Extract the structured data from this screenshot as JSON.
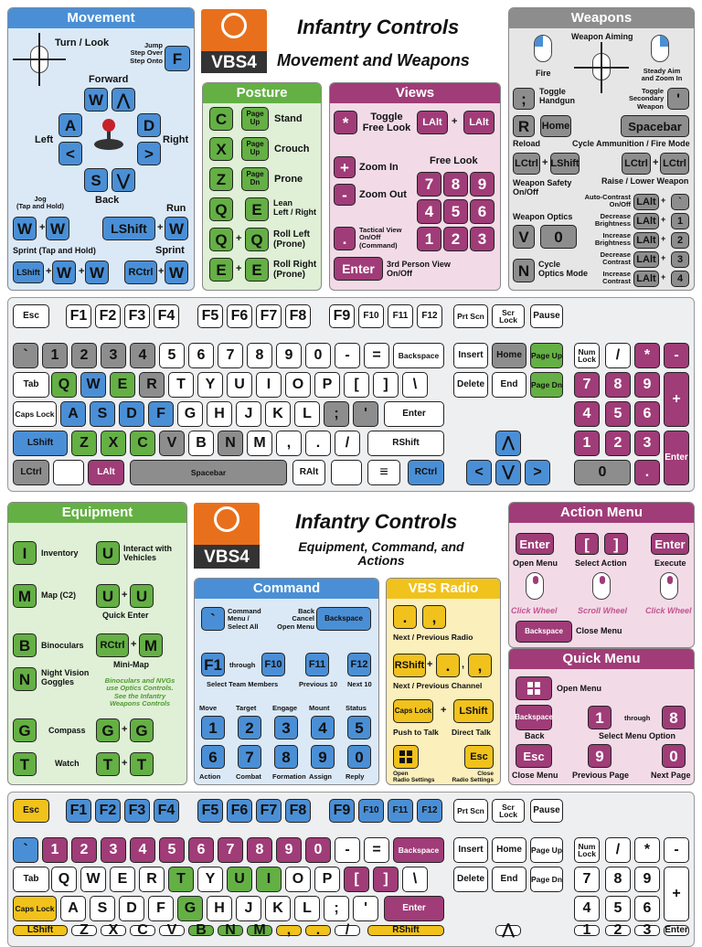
{
  "title1": "Infantry Controls",
  "subtitle1": "Movement and Weapons",
  "title2": "Infantry Controls",
  "subtitle2": "Equipment, Command, and Actions",
  "logo": "VBS4",
  "colors": {
    "movement": "#4a8fd6",
    "posture": "#64b044",
    "views": "#a03c78",
    "weapons": "#8d8d8d",
    "radio": "#f1c21c"
  },
  "movement": {
    "header": "Movement",
    "turn_look": "Turn / Look",
    "jump": "Jump\nStep Over\nStep Onto",
    "jump_key": "F",
    "forward": "Forward",
    "back": "Back",
    "left": "Left",
    "right": "Right",
    "jog": "Jog\n(Tap and Hold)",
    "run": "Run",
    "sprint_tap": "Sprint (Tap and Hold)",
    "sprint": "Sprint",
    "keys": {
      "w": "W",
      "a": "A",
      "s": "S",
      "d": "D",
      "up": "⋀",
      "down": "⋁",
      "l": "<",
      "r": ">",
      "lshift": "LShift",
      "rctrl": "RCtrl"
    }
  },
  "posture": {
    "header": "Posture",
    "stand": "Stand",
    "crouch": "Crouch",
    "prone": "Prone",
    "lean": "Lean\nLeft / Right",
    "rollleft": "Roll Left\n(Prone)",
    "rollright": "Roll Right\n(Prone)",
    "keys": {
      "c": "C",
      "x": "X",
      "z": "Z",
      "q": "Q",
      "e": "E",
      "pgup": "Page Up",
      "pgdn": "Page Dn"
    }
  },
  "views": {
    "header": "Views",
    "toggle_free": "Toggle\nFree Look",
    "zoom_in": "Zoom In",
    "zoom_out": "Zoom Out",
    "free_look": "Free Look",
    "tactical": "Tactical View\nOn/Off\n(Command)",
    "third": "3rd Person View\nOn/Off",
    "keys": {
      "star": "*",
      "lalt": "LAlt",
      "plus": "+",
      "minus": "-",
      "dot": ".",
      "enter": "Enter",
      "n1": "1",
      "n2": "2",
      "n3": "3",
      "n4": "4",
      "n5": "5",
      "n6": "6",
      "n7": "7",
      "n8": "8",
      "n9": "9"
    }
  },
  "weapons": {
    "header": "Weapons",
    "aiming": "Weapon Aiming",
    "fire": "Fire",
    "steady": "Steady Aim\nand Zoom In",
    "toggle_hand": "Toggle\nHandgun",
    "toggle_sec": "Toggle\nSecondary\nWeapon",
    "reload": "Reload",
    "cycle_ammo": "Cycle Ammunition / Fire Mode",
    "safety": "Weapon Safety\nOn/Off",
    "raise": "Raise / Lower Weapon",
    "optics": "Weapon Optics",
    "auto_contrast": "Auto-Contrast\nOn/Off",
    "dec_bright": "Decrease\nBrightness",
    "inc_bright": "Increase\nBrightness",
    "dec_contrast": "Decrease\nContrast",
    "inc_contrast": "Increase\nContrast",
    "cycle_optics": "Cycle\nOptics Mode",
    "keys": {
      "semi": ";",
      "quote": "'",
      "r": "R",
      "home": "Home",
      "space": "Spacebar",
      "lctrl": "LCtrl",
      "lshift": "LShift",
      "v": "V",
      "zero": "0",
      "n": "N",
      "lalt": "LAlt",
      "tick": "`",
      "one": "1",
      "two": "2",
      "three": "3",
      "four": "4"
    }
  },
  "keyboard": {
    "esc": "Esc",
    "f": [
      "F1",
      "F2",
      "F3",
      "F4",
      "F5",
      "F6",
      "F7",
      "F8",
      "F9",
      "F10",
      "F11",
      "F12"
    ],
    "prtscn": "Prt Scn",
    "scrlock": "Scr Lock",
    "pause": "Pause",
    "row1": [
      "`",
      "1",
      "2",
      "3",
      "4",
      "5",
      "6",
      "7",
      "8",
      "9",
      "0",
      "-",
      "="
    ],
    "backspace": "Backspace",
    "tab": "Tab",
    "row2": [
      "Q",
      "W",
      "E",
      "R",
      "T",
      "Y",
      "U",
      "I",
      "O",
      "P",
      "[",
      "]",
      "\\"
    ],
    "caps": "Caps Lock",
    "row3": [
      "A",
      "S",
      "D",
      "F",
      "G",
      "H",
      "J",
      "K",
      "L",
      ";",
      "'"
    ],
    "enter": "Enter",
    "lshift": "LShift",
    "row4": [
      "Z",
      "X",
      "C",
      "V",
      "B",
      "N",
      "M",
      ",",
      ".",
      "/"
    ],
    "rshift": "RShift",
    "lctrl": "LCtrl",
    "lalt": "LAlt",
    "space": "Spacebar",
    "ralt": "RAlt",
    "rctrl": "RCtrl",
    "insert": "Insert",
    "home": "Home",
    "pgup": "Page Up",
    "delete": "Delete",
    "end": "End",
    "pgdn": "Page Dn",
    "numlock": "Num Lock",
    "slash": "/",
    "star": "*",
    "minus": "-",
    "plus": "+",
    "np": [
      "7",
      "8",
      "9",
      "4",
      "5",
      "6",
      "1",
      "2",
      "3",
      "0",
      "."
    ],
    "npenter": "Enter"
  },
  "equipment": {
    "header": "Equipment",
    "inventory": "Inventory",
    "interact": "Interact with\nVehicles",
    "map": "Map (C2)",
    "quick_enter": "Quick Enter",
    "binoculars": "Binoculars",
    "minimap": "Mini-Map",
    "nvg": "Night Vision\nGoggles",
    "note": "Binoculars and NVGs\nuse Optics Controls.\nSee the Infantry\nWeapons Controls",
    "compass": "Compass",
    "watch": "Watch",
    "keys": {
      "i": "I",
      "u": "U",
      "m": "M",
      "b": "B",
      "rctrl": "RCtrl",
      "n": "N",
      "g": "G",
      "t": "T"
    }
  },
  "command": {
    "header": "Command",
    "cmd_menu": "Command\nMenu /\nSelect All",
    "back_cancel": "Back\nCancel\nOpen Menu",
    "through": "through",
    "select_team": "Select Team Members",
    "prev10": "Previous 10",
    "next10": "Next 10",
    "cols": [
      "Move",
      "Target",
      "Engage",
      "Mount",
      "Status"
    ],
    "cols2": [
      "Action",
      "Combat",
      "Formation",
      "Assign",
      "Reply"
    ],
    "keys": {
      "tick": "`",
      "backspace": "Backspace",
      "f1": "F1",
      "f10": "F10",
      "f11": "F11",
      "f12": "F12",
      "n1": "1",
      "n2": "2",
      "n3": "3",
      "n4": "4",
      "n5": "5",
      "n6": "6",
      "n7": "7",
      "n8": "8",
      "n9": "9",
      "n0": "0"
    }
  },
  "radio": {
    "header": "VBS Radio",
    "next_prev_radio": "Next / Previous Radio",
    "next_prev_channel": "Next / Previous Channel",
    "push_talk": "Push to Talk",
    "direct_talk": "Direct Talk",
    "open_settings": "Open\nRadio Settings",
    "close_settings": "Close\nRadio Settings",
    "keys": {
      "dot": ".",
      "comma": ",",
      "rshift": "RShift",
      "caps": "Caps Lock",
      "lshift": "LShift",
      "esc": "Esc"
    }
  },
  "action": {
    "header": "Action Menu",
    "open": "Open Menu",
    "select": "Select Action",
    "execute": "Execute",
    "click": "Click Wheel",
    "scroll": "Scroll Wheel",
    "click2": "Click Wheel",
    "close": "Close Menu",
    "keys": {
      "enter": "Enter",
      "lb": "[",
      "rb": "]",
      "backspace": "Backspace"
    }
  },
  "quick": {
    "header": "Quick Menu",
    "open": "Open Menu",
    "back": "Back",
    "through": "through",
    "select": "Select Menu Option",
    "close": "Close Menu",
    "prev": "Previous Page",
    "next": "Next Page",
    "keys": {
      "backspace": "Backspace",
      "one": "1",
      "eight": "8",
      "esc": "Esc",
      "nine": "9",
      "zero": "0"
    }
  }
}
